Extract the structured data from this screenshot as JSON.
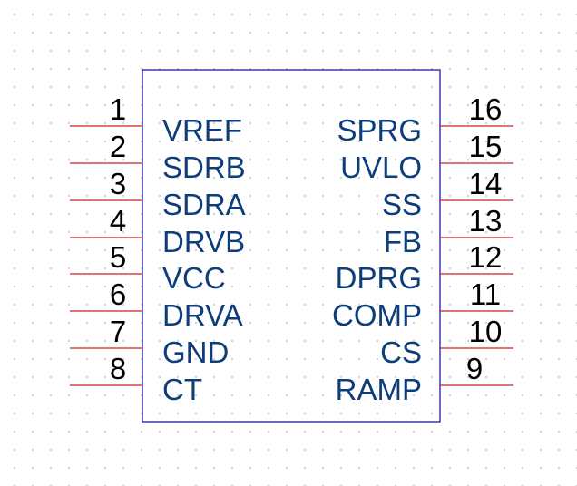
{
  "component": {
    "left_pins": [
      {
        "number": "1",
        "name": "VREF"
      },
      {
        "number": "2",
        "name": "SDRB"
      },
      {
        "number": "3",
        "name": "SDRA"
      },
      {
        "number": "4",
        "name": "DRVB"
      },
      {
        "number": "5",
        "name": "VCC"
      },
      {
        "number": "6",
        "name": "DRVA"
      },
      {
        "number": "7",
        "name": "GND"
      },
      {
        "number": "8",
        "name": "CT"
      }
    ],
    "right_pins": [
      {
        "number": "16",
        "name": "SPRG"
      },
      {
        "number": "15",
        "name": "UVLO"
      },
      {
        "number": "14",
        "name": "SS"
      },
      {
        "number": "13",
        "name": "FB"
      },
      {
        "number": "12",
        "name": "DPRG"
      },
      {
        "number": "11",
        "name": "COMP"
      },
      {
        "number": "10",
        "name": "CS"
      },
      {
        "number": "9",
        "name": "RAMP"
      }
    ]
  },
  "colors": {
    "pin_line": "#cc2020",
    "body_outline": "#1a1aa0",
    "pin_name": "#0d3d7a",
    "pin_number": "#000000",
    "grid_dot": "#c8c8c8"
  }
}
